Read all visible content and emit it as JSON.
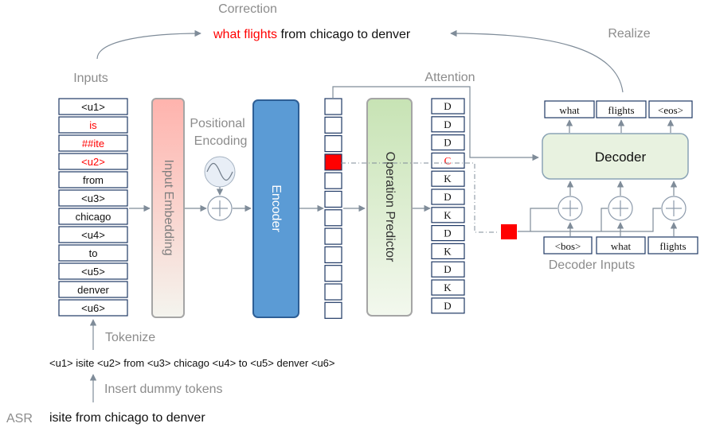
{
  "colors": {
    "red": "#ff0000",
    "gray_text": "#8c8c8c",
    "arrow": "#7f8c99",
    "dark_text": "#111111",
    "encoder_fill": "#5b9bd5",
    "encoder_stroke": "#2e5f96",
    "op_pred_fill_top": "#c7e3b4",
    "op_pred_fill_bottom": "#f3f8ee",
    "embed_fill_top": "#ffb3ad",
    "embed_fill_bottom": "#f4f4ee",
    "decoder_fill": "#e8f2e0",
    "decoder_stroke": "#8aa3b5"
  },
  "labels": {
    "correction": "Correction",
    "realize": "Realize",
    "inputs": "Inputs",
    "attention": "Attention",
    "positional_line1": "Positional",
    "positional_line2": "Encoding",
    "input_embedding": "Input Embedding",
    "encoder": "Encoder",
    "operation_predictor": "Operation Predictor",
    "decoder": "Decoder",
    "decoder_inputs": "Decoder Inputs",
    "tokenize": "Tokenize",
    "insert_dummy": "Insert dummy tokens",
    "asr": "ASR"
  },
  "correction_sentence": {
    "highlight": "what flights",
    "rest": " from chicago to denver"
  },
  "tokenized_text": "<u1> isite <u2> from <u3> chicago <u4> to <u5> denver <u6>",
  "asr_text": "isite from chicago to denver",
  "input_tokens": [
    {
      "text": "<u1>",
      "red": false
    },
    {
      "text": "is",
      "red": true
    },
    {
      "text": "##ite",
      "red": true
    },
    {
      "text": "<u2>",
      "red": true
    },
    {
      "text": "from",
      "red": false
    },
    {
      "text": "<u3>",
      "red": false
    },
    {
      "text": "chicago",
      "red": false
    },
    {
      "text": "<u4>",
      "red": false
    },
    {
      "text": "to",
      "red": false
    },
    {
      "text": "<u5>",
      "red": false
    },
    {
      "text": "denver",
      "red": false
    },
    {
      "text": "<u6>",
      "red": false
    }
  ],
  "operations": [
    {
      "text": "D",
      "red": false
    },
    {
      "text": "D",
      "red": false
    },
    {
      "text": "D",
      "red": false
    },
    {
      "text": "C",
      "red": true
    },
    {
      "text": "K",
      "red": false
    },
    {
      "text": "D",
      "red": false
    },
    {
      "text": "K",
      "red": false
    },
    {
      "text": "D",
      "red": false
    },
    {
      "text": "K",
      "red": false
    },
    {
      "text": "D",
      "red": false
    },
    {
      "text": "K",
      "red": false
    },
    {
      "text": "D",
      "red": false
    }
  ],
  "highlighted_encoder_output": 3,
  "decoder_outputs": [
    "what",
    "flights",
    "<eos>"
  ],
  "decoder_inputs": [
    "<bos>",
    "what",
    "flights"
  ]
}
